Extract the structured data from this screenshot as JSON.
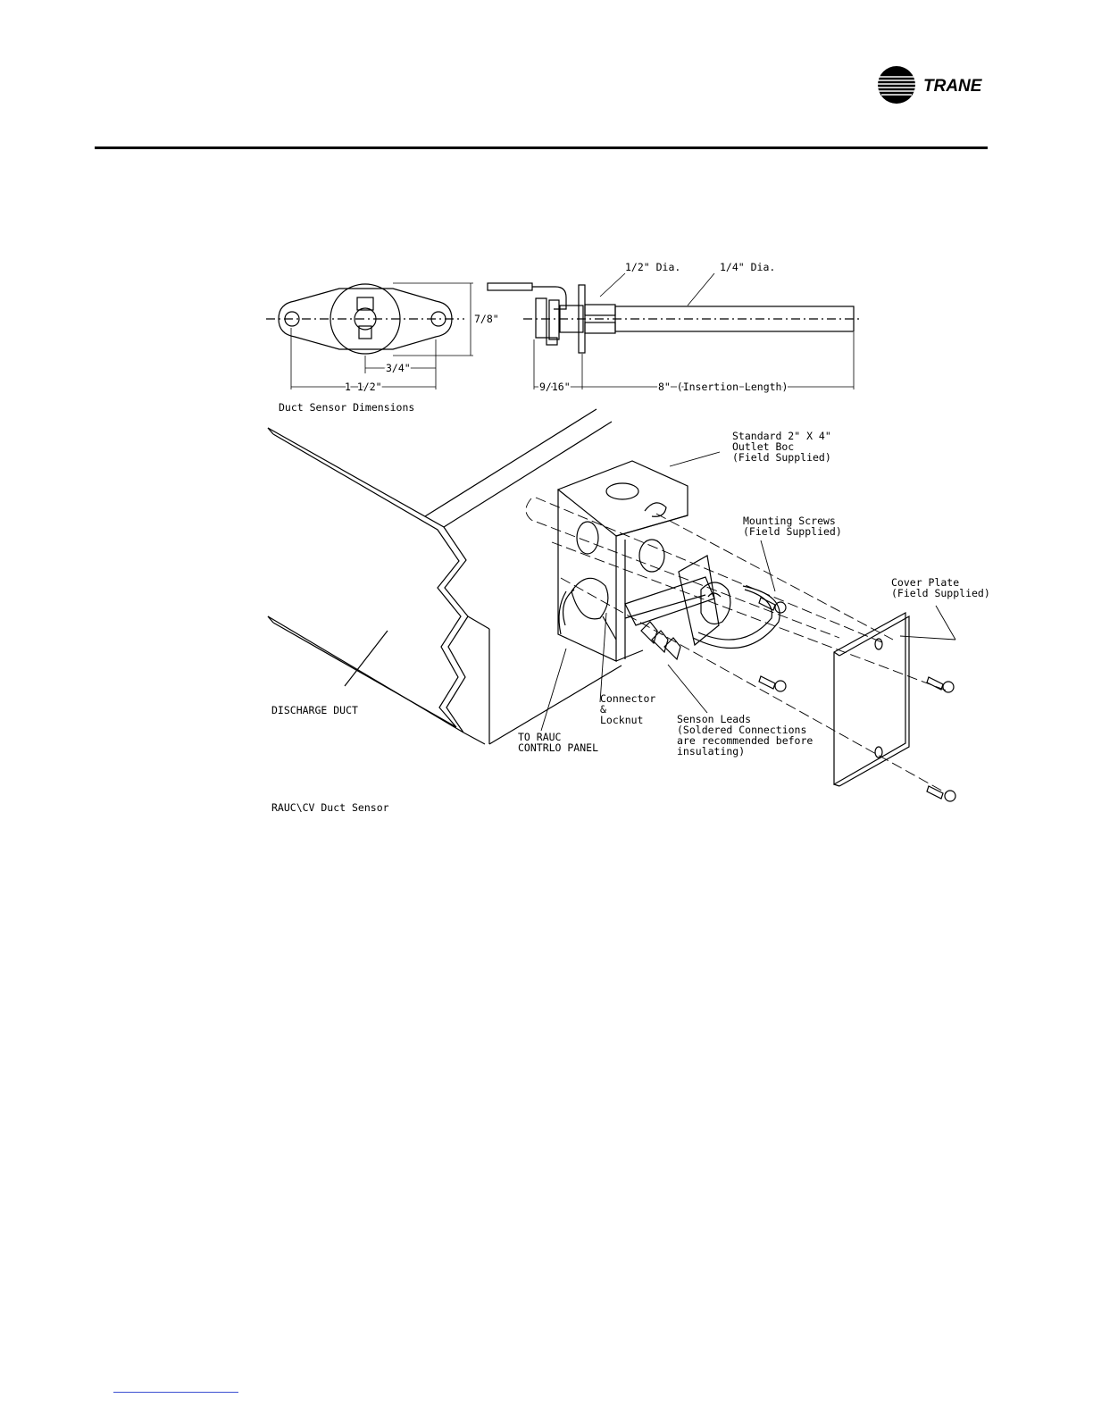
{
  "brand": {
    "logo_text": "TRANE"
  },
  "sensor_dimensions": {
    "caption": "Duct Sensor Dimensions",
    "dim_half_inch_dia": "1/2\"  Dia.",
    "dim_quarter_inch_dia": "1/4\"  Dia.",
    "dim_seven_eighths": "7/8\"",
    "dim_three_quarters": "3/4\"",
    "dim_one_half": "1 1/2\"",
    "dim_nine_sixteenths": "9/16\"",
    "dim_insertion": "8\"  (Insertion Length)"
  },
  "assembly": {
    "outlet_box": [
      "Standard 2\" X 4\"",
      "Outlet Boc",
      "(Field Supplied)"
    ],
    "mounting_screws": [
      "Mounting Screws",
      "(Field Supplied)"
    ],
    "cover_plate": [
      "Cover Plate",
      "(Field Supplied)"
    ],
    "discharge_duct": "DISCHARGE DUCT",
    "connector": [
      "Connector",
      "&",
      "Locknut"
    ],
    "to_rauc": [
      "TO RAUC",
      "CONTRLO PANEL"
    ],
    "sensor_leads": [
      "Senson Leads",
      "(Soldered Connections",
      "are recommended before",
      "insulating)"
    ],
    "caption": "RAUC\\CV Duct Sensor"
  }
}
